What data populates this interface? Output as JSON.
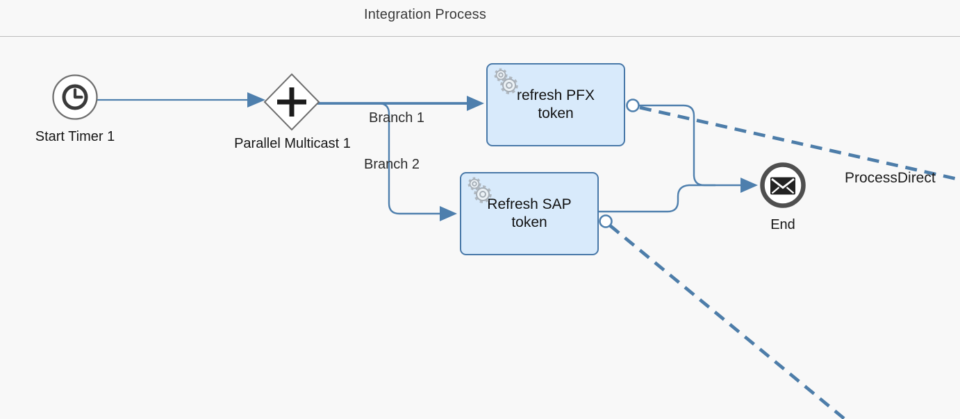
{
  "header": {
    "title": "Integration Process"
  },
  "diagram": {
    "nodes": {
      "start_event": {
        "label": "Start Timer 1",
        "icon": "timer-icon"
      },
      "gateway": {
        "label": "Parallel Multicast 1",
        "icon": "plus-gateway-icon"
      },
      "task_pfx": {
        "label": "refresh PFX token",
        "icon": "gears-icon"
      },
      "task_sap": {
        "label": "Refresh SAP token",
        "icon": "gears-icon"
      },
      "end_event": {
        "label": "End",
        "icon": "envelope-icon"
      },
      "receiver": {
        "label": "ProcessDirect"
      }
    },
    "edges": {
      "branch1": {
        "label": "Branch 1"
      },
      "branch2": {
        "label": "Branch 2"
      }
    },
    "colors": {
      "flow": "#4e7fad",
      "task_fill": "#d8eafb",
      "task_border": "#4878a8",
      "event_ring": "#4f4f4f",
      "gateway_border": "#6e6e6e",
      "background": "#f8f8f8"
    }
  }
}
